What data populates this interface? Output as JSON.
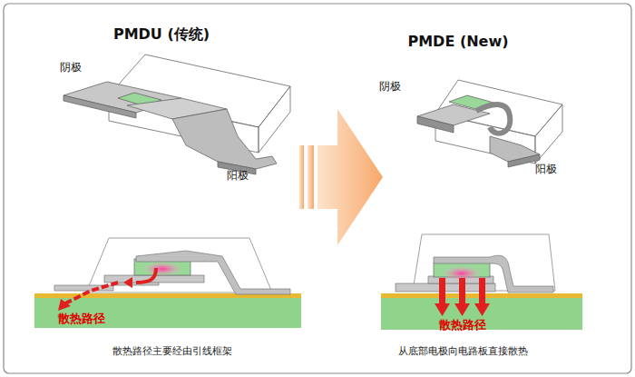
{
  "diagram": {
    "labels": [
      "PMDU (传统)",
      "PMDE (New)",
      "阴极",
      "阳极",
      "阴极",
      "阳极",
      "散热路径",
      "散热路径",
      "散热路径主要经由引线框架",
      "从底部电极向电路板直接散热"
    ]
  }
}
